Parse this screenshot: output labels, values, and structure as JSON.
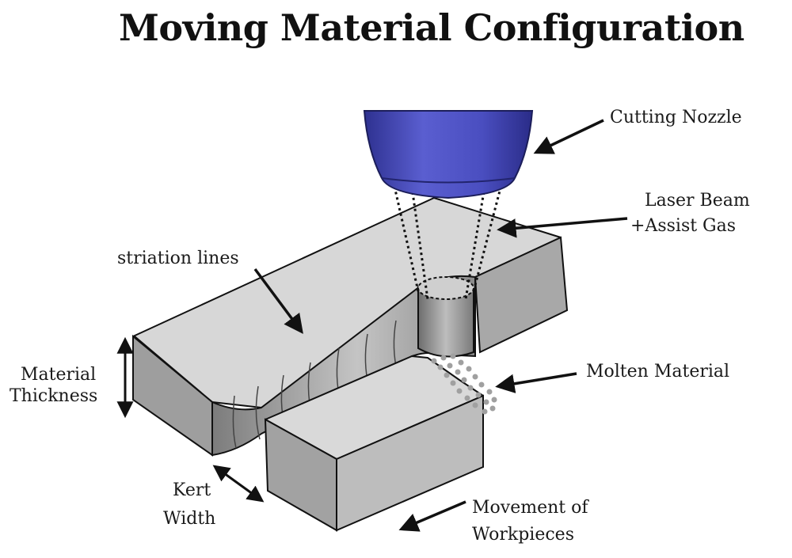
{
  "title": "Moving Material Configuration",
  "labels": {
    "cutting_nozzle": "Cutting Nozzle",
    "laser_beam_line1": "Laser Beam",
    "laser_beam_line2": "+Assist Gas",
    "striation_lines": "striation lines",
    "molten_material": "Molten Material",
    "material_thickness_line1": "Material",
    "material_thickness_line2": "Thickness",
    "kerf_width_line1": "Kert",
    "kerf_width_line2": "Width",
    "movement_line1": "Movement of",
    "movement_line2": "Workpieces"
  },
  "colors": {
    "nozzle": "#4a4ec0",
    "material_top": "#d7d7d7",
    "material_side": "#9a9a9a",
    "material_front": "#b8b8b8",
    "outline": "#111111"
  }
}
